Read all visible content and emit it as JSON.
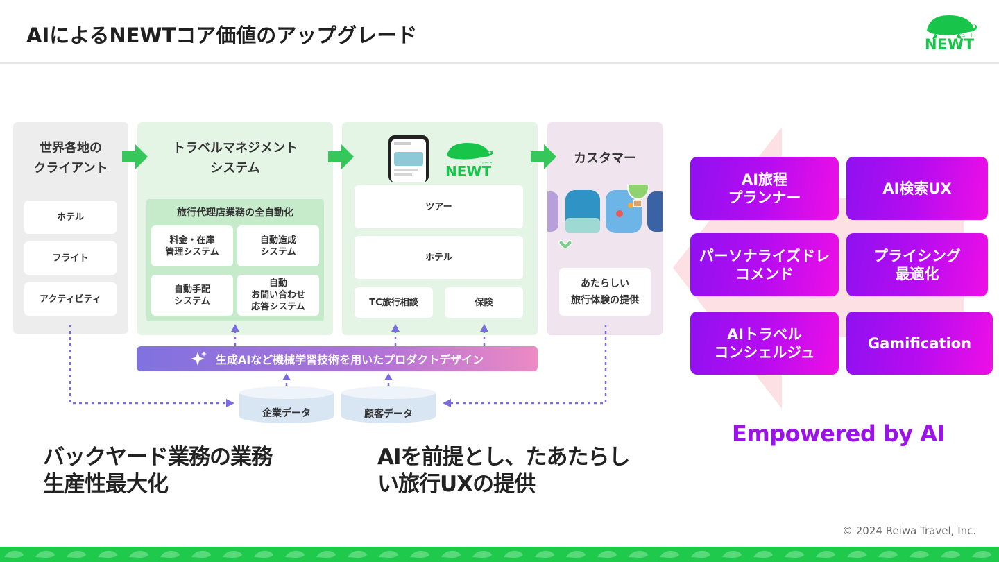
{
  "header": {
    "title": "AIによるNEWTコア価値のアップグレード",
    "logo_text": "NEWT",
    "logo_sub": "ニュート"
  },
  "diagram": {
    "clients": {
      "title_line1": "世界各地の",
      "title_line2": "クライアント",
      "items": [
        "ホテル",
        "フライト",
        "アクティビティ"
      ]
    },
    "tms": {
      "title_line1": "トラベルマネジメント",
      "title_line2": "システム",
      "box_title": "旅行代理店業務の全自動化",
      "items": [
        {
          "line1": "料金・在庫",
          "line2": "管理システム",
          "line3": ""
        },
        {
          "line1": "自動造成",
          "line2": "システム",
          "line3": ""
        },
        {
          "line1": "自動手配",
          "line2": "システム",
          "line3": ""
        },
        {
          "line1": "自動",
          "line2": "お問い合わせ",
          "line3": "応答システム"
        }
      ]
    },
    "newt": {
      "logo_text": "NEWT",
      "logo_sub": "ニュート",
      "items": [
        "ツアー",
        "ホテル",
        "TC旅行相談",
        "保険"
      ]
    },
    "customer": {
      "title": "カスタマー",
      "card_line1": "あたらしい",
      "card_line2": "旅行体験の提供"
    },
    "ai_bar": "生成AIなど機械学習技術を用いたプロダクトデザイン",
    "databases": [
      "企業データ",
      "顧客データ"
    ]
  },
  "summary": {
    "left_line1": "バックヤード業務の業務",
    "left_line2": "生産性最大化",
    "mid_line1": "AIを前提とし、たあたらし",
    "mid_line2": "い旅行UXの提供"
  },
  "ai_features": [
    {
      "line1": "AI旅程",
      "line2": "プランナー"
    },
    {
      "line1": "AI検索UX",
      "line2": ""
    },
    {
      "line1": "パーソナライズドレ",
      "line2": "コメンド"
    },
    {
      "line1": "プライシング",
      "line2": "最適化"
    },
    {
      "line1": "AIトラベル",
      "line2": "コンシェルジュ"
    },
    {
      "line1": "Gamification",
      "line2": ""
    }
  ],
  "empowered": "Empowered by AI",
  "footer": {
    "copyright": "© 2024 Reiwa Travel, Inc."
  },
  "colors": {
    "brand_green": "#1ec94c",
    "ai_purple": "#9b13e8",
    "ai_magenta": "#ee0fe6"
  }
}
